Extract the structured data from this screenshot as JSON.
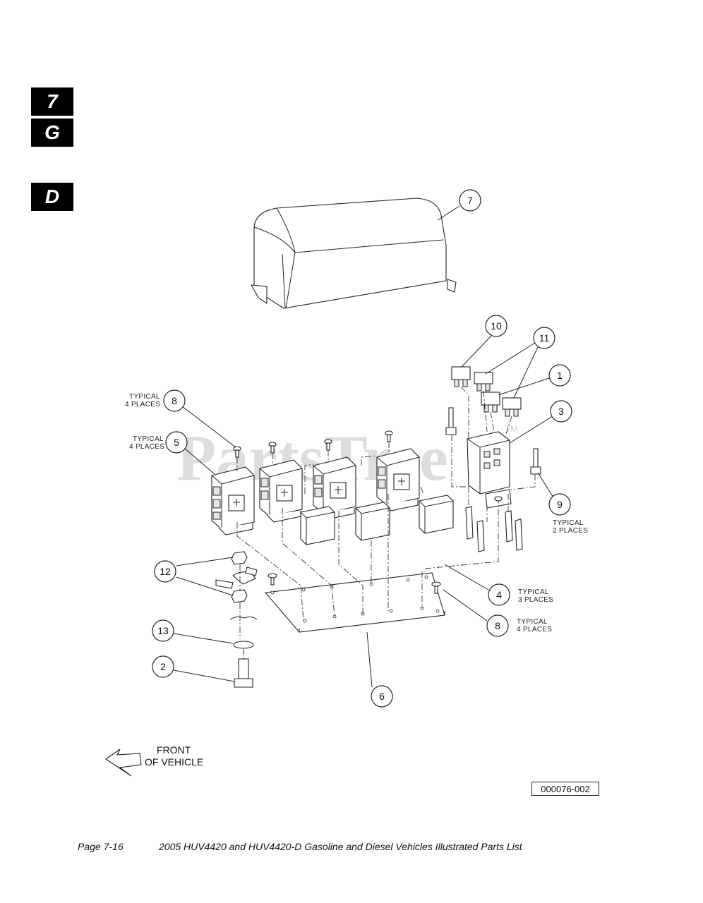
{
  "section_tabs": [
    "7",
    "G",
    "D"
  ],
  "watermark": {
    "text": "PartsTree",
    "tm": "TM"
  },
  "callouts": {
    "c1": "1",
    "c2": "2",
    "c3": "3",
    "c4": "4",
    "c5": "5",
    "c6": "6",
    "c7": "7",
    "c8a": "8",
    "c8b": "8",
    "c9": "9",
    "c10": "10",
    "c11": "11",
    "c12": "12",
    "c13": "13"
  },
  "notes": {
    "n8a_line1": "TYPICAL",
    "n8a_line2": "4 PLACES",
    "n5_line1": "TYPICAL",
    "n5_line2": "4 PLACES",
    "n9_line1": "TYPICAL",
    "n9_line2": "2 PLACES",
    "n4_line1": "TYPICAL",
    "n4_line2": "3  PLACES",
    "n8b_line1": "TYPICAL",
    "n8b_line2": "4 PLACES"
  },
  "front_label": {
    "line1": "FRONT",
    "line2": "OF VEHICLE"
  },
  "drawing_number": "000076-002",
  "footer": {
    "page": "Page 7-16",
    "title": "2005 HUV4420 and HUV4420-D Gasoline and Diesel Vehicles Illustrated Parts List"
  }
}
